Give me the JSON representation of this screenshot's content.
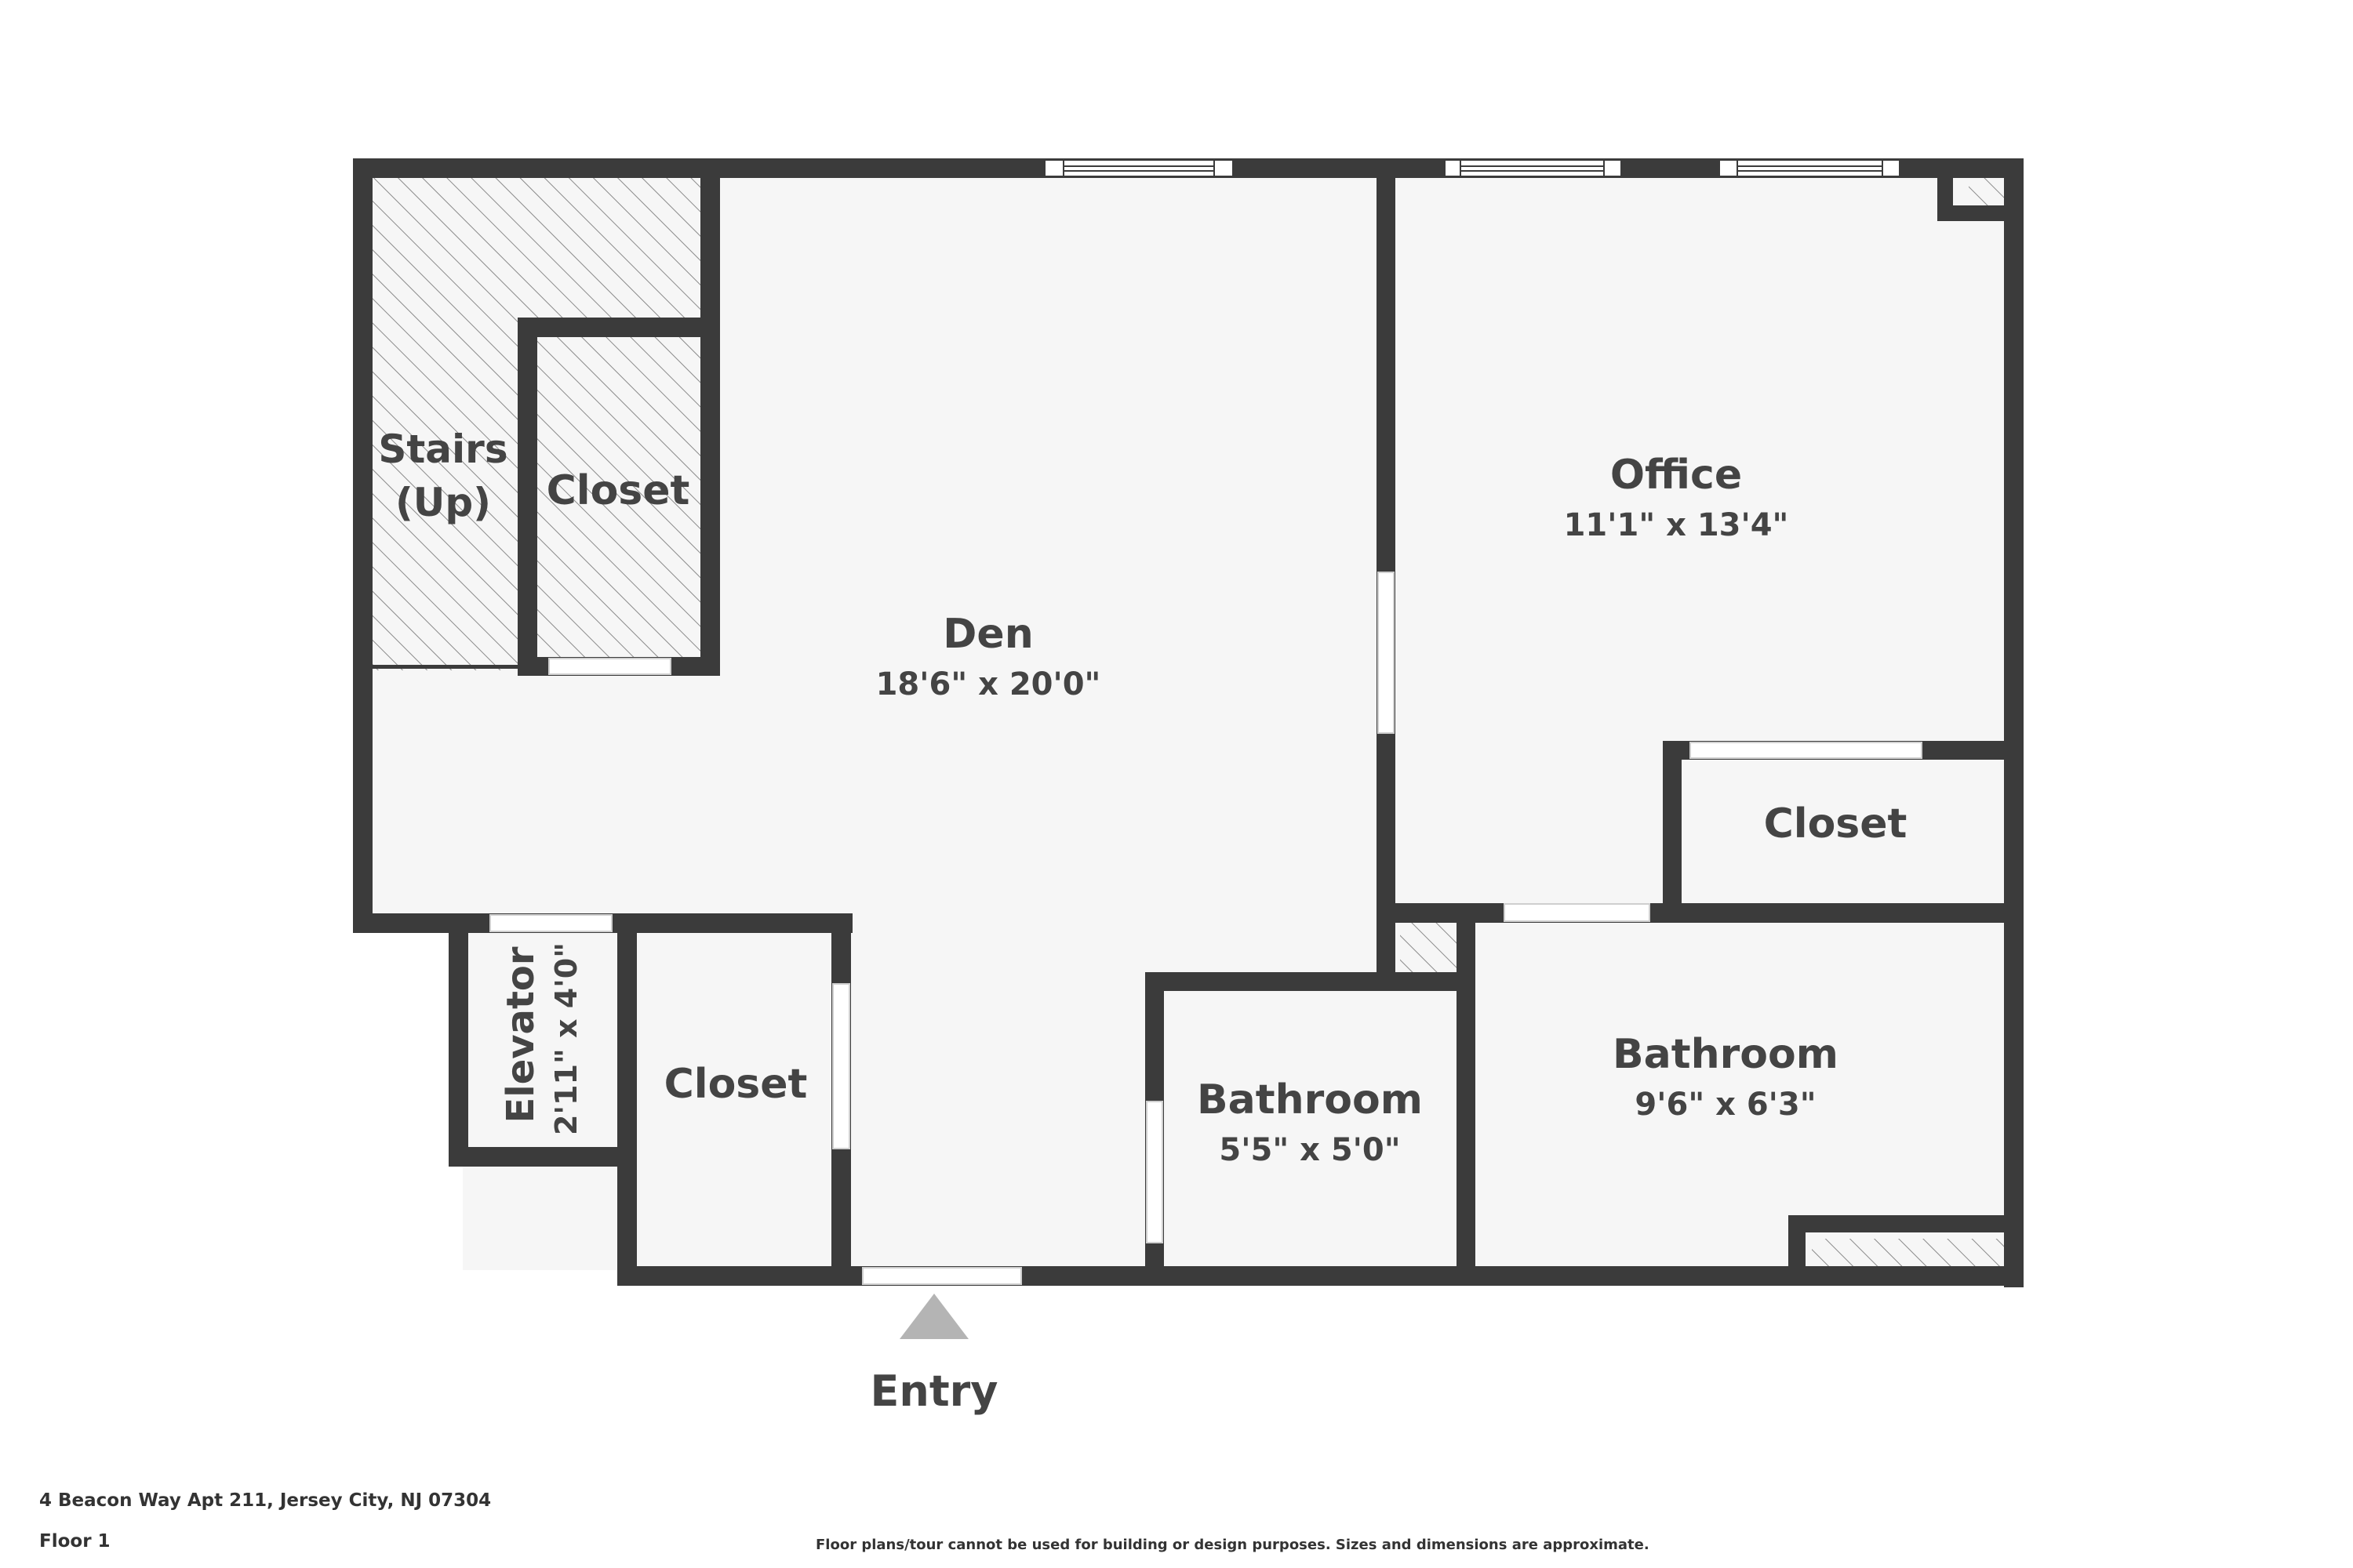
{
  "rooms": {
    "stairs": {
      "name_line1": "Stairs",
      "name_line2": "(Up)"
    },
    "closet_top": {
      "name": "Closet"
    },
    "den": {
      "name": "Den",
      "dimensions": "18'6\" x 20'0\""
    },
    "office": {
      "name": "Office",
      "dimensions": "11'1\" x 13'4\""
    },
    "closet_right": {
      "name": "Closet"
    },
    "elevator": {
      "name": "Elevator",
      "dimensions": "2'11\" x 4'0\""
    },
    "closet_bottom": {
      "name": "Closet"
    },
    "bathroom_small": {
      "name": "Bathroom",
      "dimensions": "5'5\" x 5'0\""
    },
    "bathroom_large": {
      "name": "Bathroom",
      "dimensions": "9'6\" x 6'3\""
    }
  },
  "entry": {
    "label": "Entry"
  },
  "footer": {
    "address": "4 Beacon Way Apt 211, Jersey City, NJ 07304",
    "floor": "Floor 1",
    "disclaimer": "Floor plans/tour cannot be used for building or design purposes. Sizes and dimensions are approximate."
  },
  "colors": {
    "wall": "#3b3b3b",
    "floor": "#f6f6f6",
    "text": "#444444",
    "entry_arrow": "#b4b4b4"
  }
}
